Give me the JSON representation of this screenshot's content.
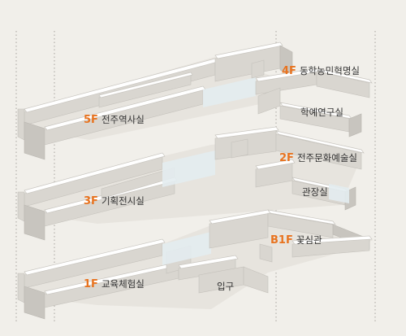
{
  "labels": {
    "fl5": {
      "floor": "5F",
      "text": "전주역사실"
    },
    "rm_4f": {
      "floor": "4F",
      "text": "동학농민혁명실"
    },
    "rm_hakye": {
      "floor": "",
      "text": "학예연구실"
    },
    "fl3": {
      "floor": "3F",
      "text": "기획전시실"
    },
    "rm_2f": {
      "floor": "2F",
      "text": "전주문화예술실"
    },
    "rm_gwanjang": {
      "floor": "",
      "text": "관장실"
    },
    "rm_b1f": {
      "floor": "B1F",
      "text": "꽃심관"
    },
    "fl1": {
      "floor": "1F",
      "text": "교육체험실"
    },
    "entrance": {
      "floor": "",
      "text": "입구"
    }
  },
  "colors": {
    "background": "#f1efea",
    "floor_accent": "#e8731f",
    "wall_top": "#ffffff",
    "wall_face": "#d9d6d0"
  }
}
